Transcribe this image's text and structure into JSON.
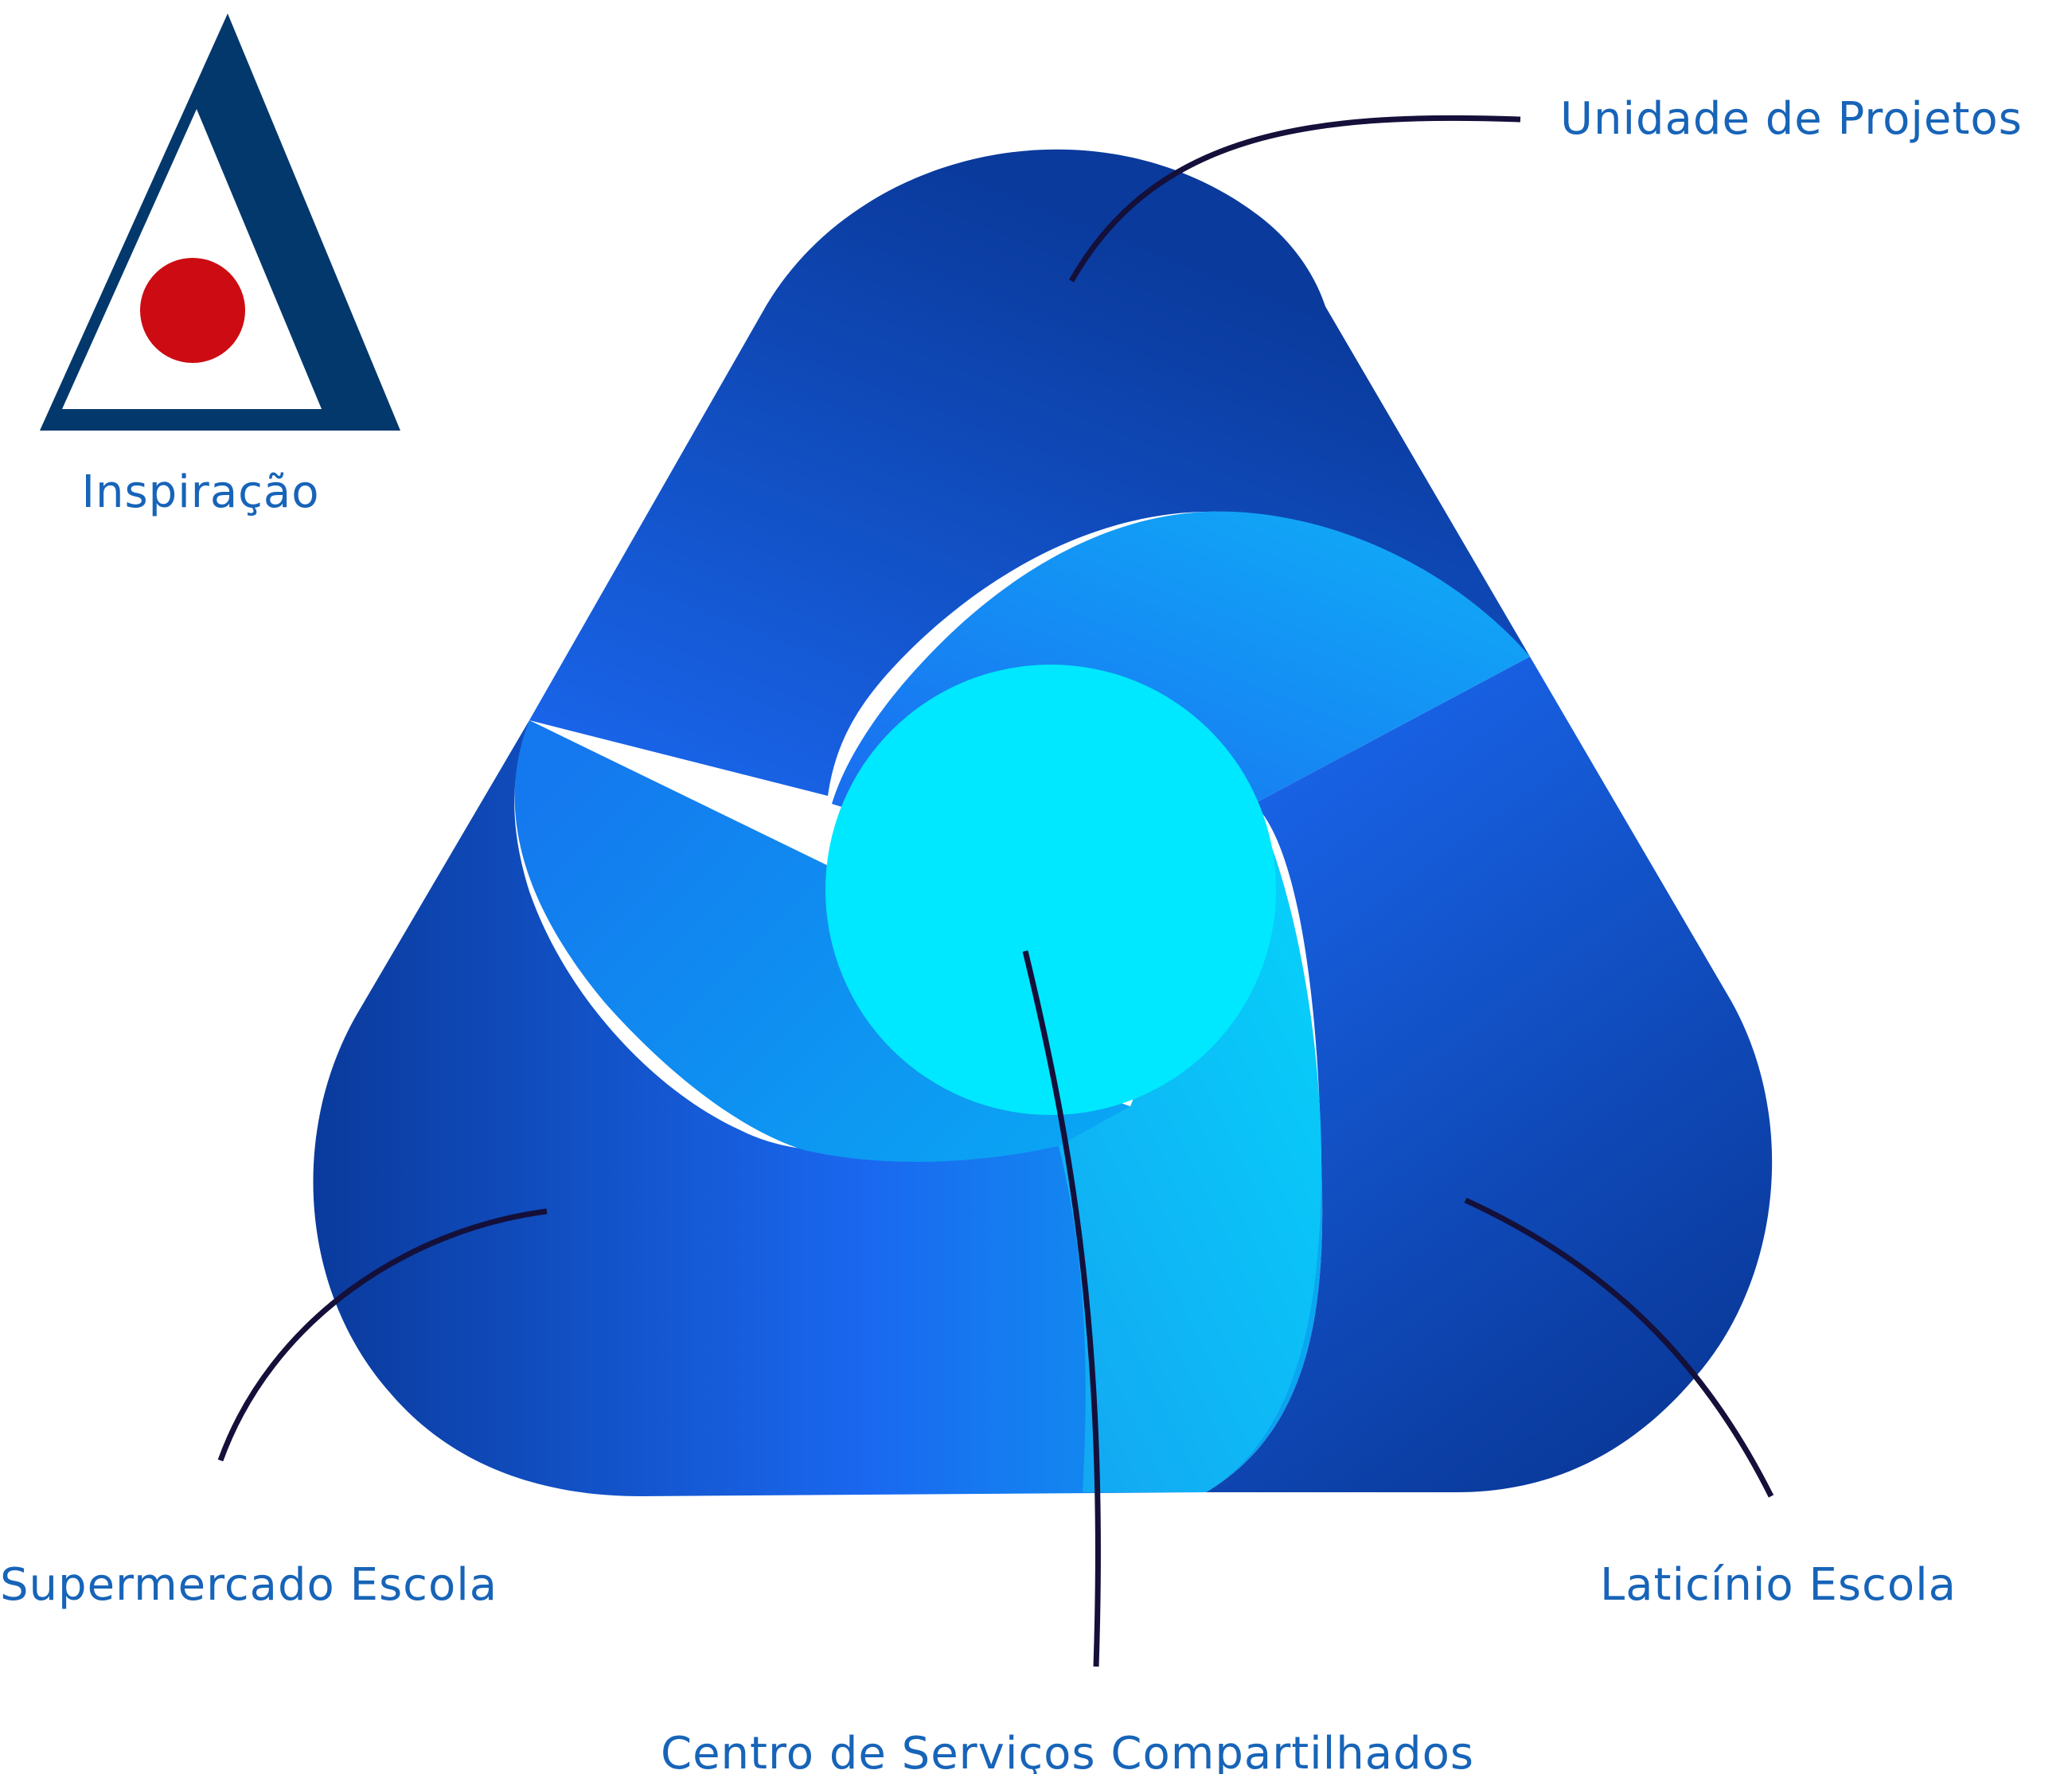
{
  "logo": {
    "caption": "Inspiração",
    "colors": {
      "triangle": "#03386c",
      "dot": "#cc0c12"
    }
  },
  "diagram": {
    "colors": {
      "shape_dark": "#0a3a9c",
      "shape_mid": "#1a68f0",
      "shape_light": "#05c8f8",
      "center": "#00e8ff",
      "leader_line": "#14103a"
    },
    "labels": {
      "top": "Unidade de Projetos",
      "left": "Supermercado Escola",
      "right": "Laticínio Escola",
      "bottom": "Centro de Serviços Compartilhados"
    }
  }
}
